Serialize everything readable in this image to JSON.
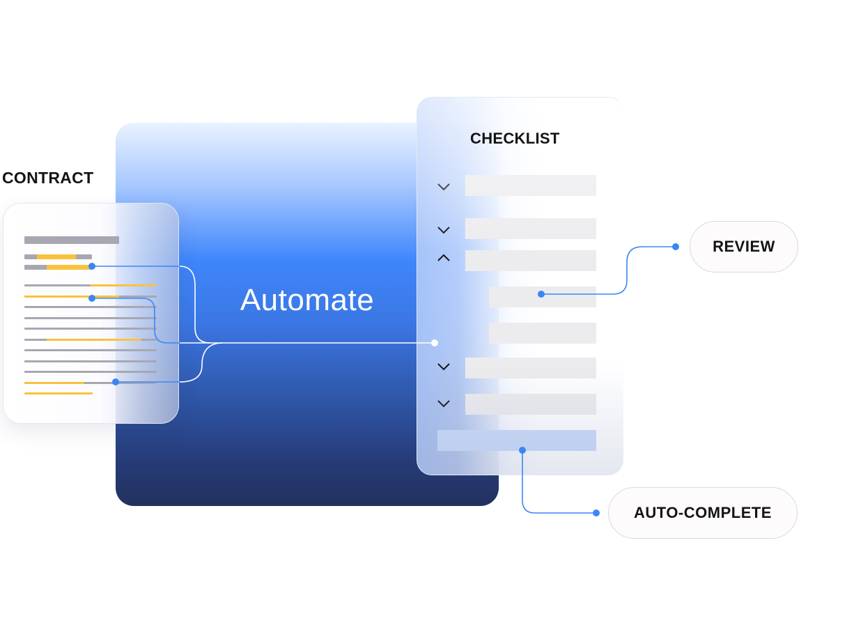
{
  "labels": {
    "contract": "CONTRACT",
    "checklist": "CHECKLIST",
    "automate": "Automate",
    "review": "REVIEW",
    "auto_complete": "AUTO-COMPLETE"
  },
  "icons": {
    "expand": "chevron-down-icon",
    "collapse": "chevron-up-icon"
  },
  "colors": {
    "highlight": "#f9c23c",
    "text_line": "#a7a7b2",
    "connector": "#3a86f5",
    "checklist_row": "#ececee",
    "checklist_row_active": "#c9dcfa"
  }
}
